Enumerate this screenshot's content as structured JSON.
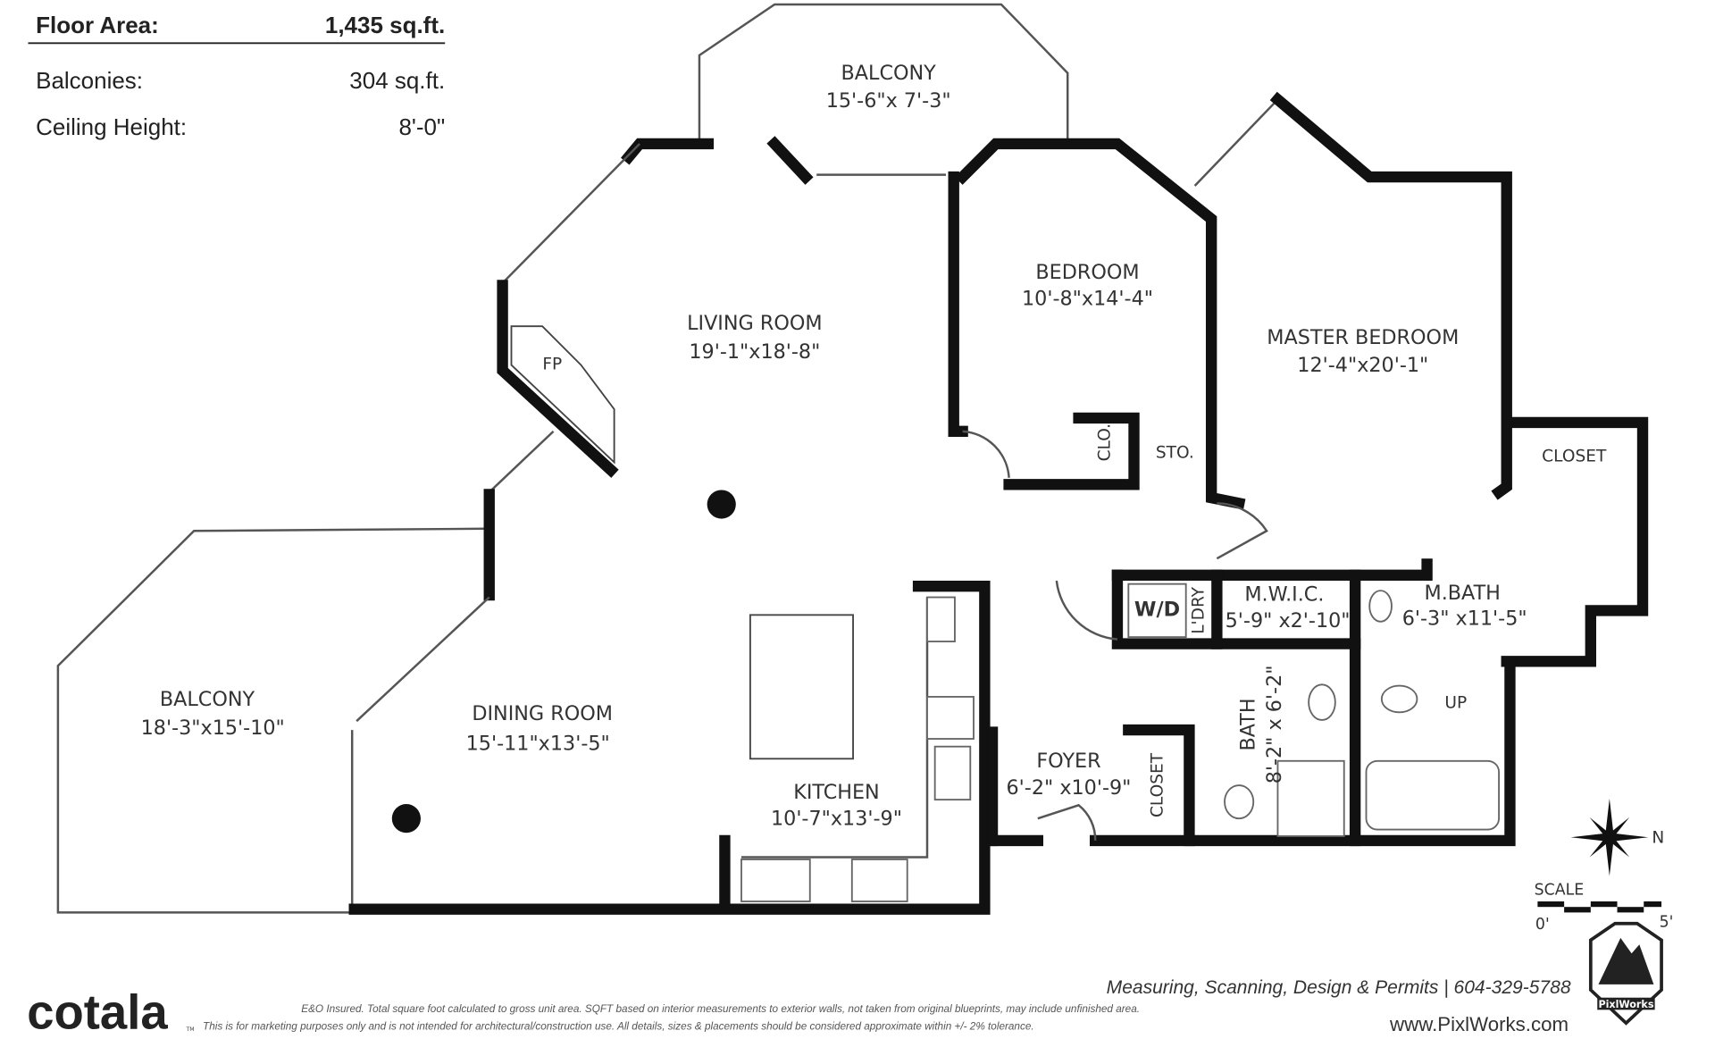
{
  "summary": {
    "floor_area_label": "Floor Area:",
    "floor_area_value": "1,435 sq.ft.",
    "balconies_label": "Balconies:",
    "balconies_value": "304 sq.ft.",
    "ceiling_label": "Ceiling Height:",
    "ceiling_value": "8'-0\""
  },
  "rooms": {
    "balcony_top": {
      "name": "BALCONY",
      "dims": "15'-6\"x 7'-3\""
    },
    "living": {
      "name": "LIVING ROOM",
      "dims": "19'-1\"x18'-8\""
    },
    "bedroom": {
      "name": "BEDROOM",
      "dims": "10'-8\"x14'-4\""
    },
    "master": {
      "name": "MASTER BEDROOM",
      "dims": "12'-4\"x20'-1\""
    },
    "balcony_left": {
      "name": "BALCONY",
      "dims": "18'-3\"x15'-10\""
    },
    "dining": {
      "name": "DINING ROOM",
      "dims": "15'-11\"x13'-5\""
    },
    "kitchen": {
      "name": "KITCHEN",
      "dims": "10'-7\"x13'-9\""
    },
    "foyer": {
      "name": "FOYER",
      "dims": "6'-2\" x10'-9\""
    },
    "bath": {
      "name": "BATH",
      "dims": "8'-2\" x 6'-2\""
    },
    "mwic": {
      "name": "M.W.I.C.",
      "dims": "5'-9\" x2'-10\""
    },
    "mbath": {
      "name": "M.BATH",
      "dims": "6'-3\" x11'-5\""
    }
  },
  "small_labels": {
    "fp": "FP",
    "clo": "CLO.",
    "sto": "STO.",
    "closet_master": "CLOSET",
    "closet_foyer": "CLOSET",
    "wd": "W/D",
    "ldry": "L'DRY",
    "up": "UP"
  },
  "compass": {
    "north": "N"
  },
  "scale": {
    "title": "SCALE",
    "start": "0'",
    "end": "5'"
  },
  "branding": {
    "logo": "cotala",
    "logo_tm": "TM",
    "services": "Measuring, Scanning, Design & Permits | 604-329-5788",
    "website": "www.PixlWorks.com",
    "badge": "PixlWorks"
  },
  "disclaimer": {
    "line1": "E&O Insured.  Total square foot calculated to gross unit area. SQFT based on interior measurements to exterior walls, not taken from original blueprints, may include unfinished area.",
    "line2": "This is for marketing purposes only and is not intended for architectural/construction use.  All details, sizes & placements should be considered approximate within +/- 2%  tolerance."
  }
}
